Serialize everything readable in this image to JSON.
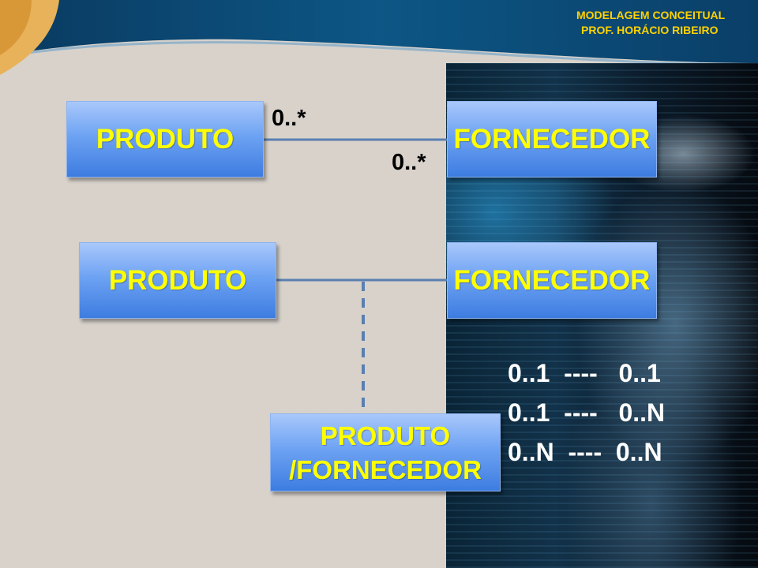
{
  "header": {
    "line1": "MODELAGEM CONCEITUAL",
    "line2": "PROF. HORÁCIO RIBEIRO"
  },
  "diagram1": {
    "left_entity": "PRODUTO",
    "right_entity": "FORNECEDOR",
    "left_multiplicity": "0..*",
    "right_multiplicity": "0..*"
  },
  "diagram2": {
    "left_entity": "PRODUTO",
    "right_entity": "FORNECEDOR",
    "associative_entity": {
      "line1": "PRODUTO",
      "line2": "/FORNECEDOR"
    }
  },
  "cardinalities": [
    "0..1  ----   0..1",
    "0..1  ----   0..N",
    "0..N  ----  0..N"
  ],
  "colors": {
    "entity_text": "#ffff00",
    "header_text": "#ffd200",
    "header_band": "#0d4f7a",
    "connector": "#5a7fb0",
    "background": "#d8d2cb"
  }
}
